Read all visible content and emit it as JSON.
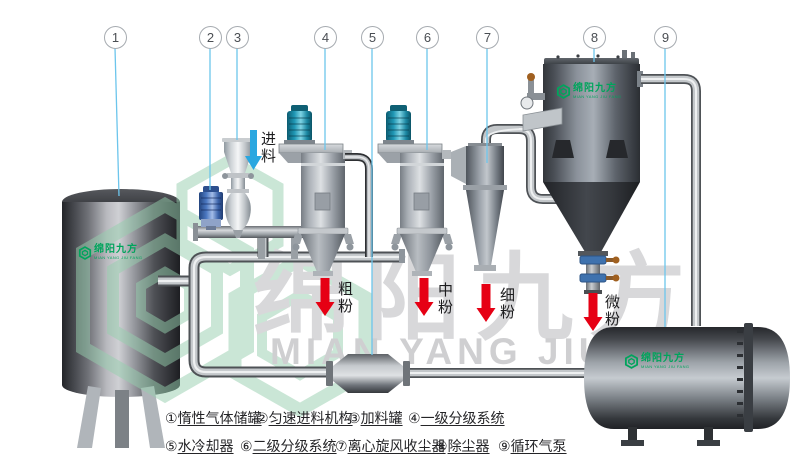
{
  "brand": {
    "cn": "绵阳九方",
    "en": "MIAN YANG JIU FANG"
  },
  "watermark": {
    "cn": "绵阳九方",
    "en": "MIAN YANG JIU FANG"
  },
  "callouts": [
    {
      "num": "1"
    },
    {
      "num": "2"
    },
    {
      "num": "3"
    },
    {
      "num": "4"
    },
    {
      "num": "5"
    },
    {
      "num": "6"
    },
    {
      "num": "7"
    },
    {
      "num": "8"
    },
    {
      "num": "9"
    }
  ],
  "legend": {
    "items": [
      {
        "num": "①",
        "label": "惰性气体储罐"
      },
      {
        "num": "②",
        "label": "匀速进料机构"
      },
      {
        "num": "③",
        "label": "加料罐"
      },
      {
        "num": "④",
        "label": "一级分级系统"
      },
      {
        "num": "⑤",
        "label": "水冷却器"
      },
      {
        "num": "⑥",
        "label": "二级分级系统"
      },
      {
        "num": "⑦",
        "label": "离心旋风收尘器"
      },
      {
        "num": "⑧",
        "label": "除尘器"
      },
      {
        "num": "⑨",
        "label": "循环气泵"
      }
    ]
  },
  "flow_labels": {
    "feed": "进料",
    "coarse": "粗粉",
    "medium": "中粉",
    "fine": "细粉",
    "ultrafine": "微粉"
  },
  "colors": {
    "callout_line": "#6cc5ec",
    "red_arrow": "#e60014",
    "feed_arrow": "#2aa7e0",
    "brand_green": "#00a45c",
    "watermark_gray": "#d6d6d8"
  }
}
